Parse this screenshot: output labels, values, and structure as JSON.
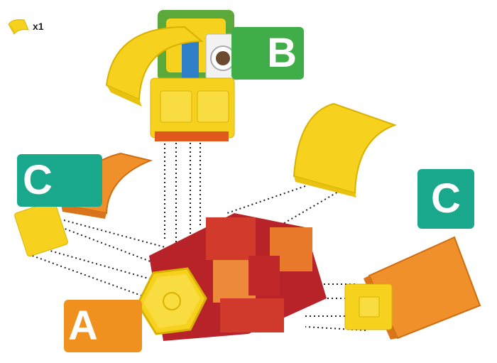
{
  "quantity_text": "x1",
  "labels": {
    "a": "A",
    "b": "B",
    "c_left": "C",
    "c_right": "C"
  },
  "colors": {
    "yellow": "#f6d21e",
    "orange": "#f0901e",
    "red": "#c0282a",
    "green": "#3fae49",
    "teal": "#1aa88d"
  },
  "icons": [
    "curved-panel-icon"
  ]
}
